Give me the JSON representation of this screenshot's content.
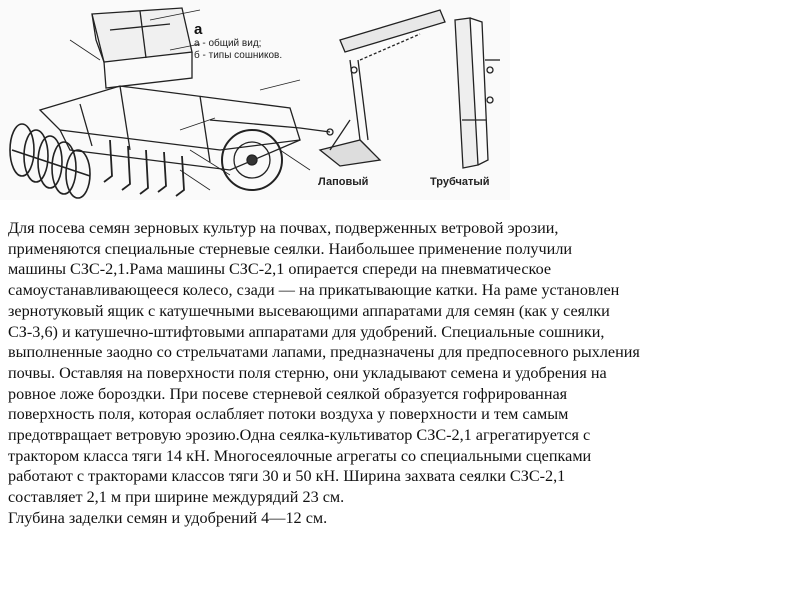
{
  "figure": {
    "caption_letter": "а",
    "caption_lines": [
      "а - общий вид;",
      "б - типы сошников."
    ],
    "types": [
      {
        "label": "Лаповый",
        "icon": "paw-coulter-drawing"
      },
      {
        "label": "Трубчатый",
        "icon": "tube-coulter-drawing"
      }
    ]
  },
  "text_lines": [
    "Для посева семян зерновых культур на почвах, подверженных ветровой эрозии,",
    "применяются специальные стерневые сеялки. Наибольшее применение получили",
    "машины СЗС-2,1.Рама  машины СЗС-2,1 опирается спереди на пневматическое",
    "самоустанавливающееся колесо, сзади — на прикатывающие катки. На раме установлен",
    "зернотуковый ящик с катушечными высевающими аппаратами для семян (как у сеялки",
    "СЗ-3,6) и катушечно-штифтовыми аппаратами для удобрений. Специальные сошники,",
    "выполненные заодно со стрельчатами лапами, предназначены для предпосевного рыхления",
    "почвы. Оставляя на поверхности поля стерню, они укладывают семена и удобрения на",
    "ровное ложе бороздки. При посеве стерневой сеялкой образуется гофрированная",
    "поверхность поля, которая ослабляет потоки воздуха у поверхности и тем самым",
    "предотвращает ветровую эрозию.Одна сеялка-культиватор СЗС-2,1 агрегатируется с",
    "трактором класса тяги 14 кН. Многосеялочные агрегаты со специальными сцепками",
    "работают с тракторами классов тяги 30 и 50 кН. Ширина захвата сеялки СЗС-2,1",
    "составляет 2,1 м при ширине междурядий 23 см.",
    "Глубина заделки семян и удобрений 4—12 см."
  ]
}
